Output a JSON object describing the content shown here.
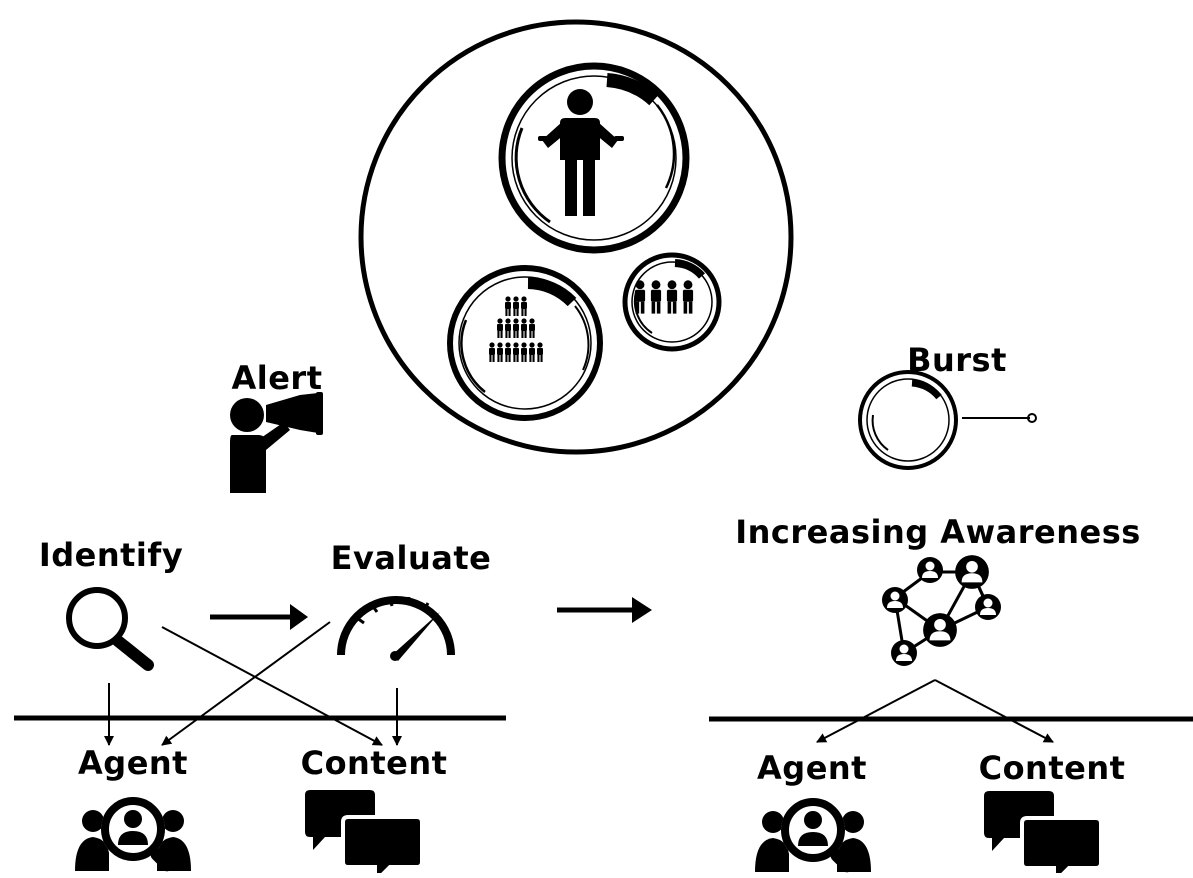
{
  "labels": {
    "alert": "Alert",
    "burst": "Burst",
    "identify": "Identify",
    "evaluate": "Evaluate",
    "increasing_awareness": "Increasing Awareness",
    "agent_left": "Agent",
    "content_left": "Content",
    "agent_right": "Agent",
    "content_right": "Content"
  },
  "icons": {
    "central_bubble": "echo-chamber-bubble",
    "individual_bubble": "person-shrug-icon",
    "crowd_bubble": "crowd-icon",
    "group_bubble": "group-icon",
    "alert": "person-megaphone-icon",
    "burst": "bubble-pin-icon",
    "identify": "magnifier-icon",
    "evaluate": "speedometer-icon",
    "network": "network-people-icon",
    "agent": "agent-search-icon",
    "content": "chat-bubbles-icon"
  },
  "colors": {
    "ink": "#000000",
    "background": "#ffffff"
  }
}
